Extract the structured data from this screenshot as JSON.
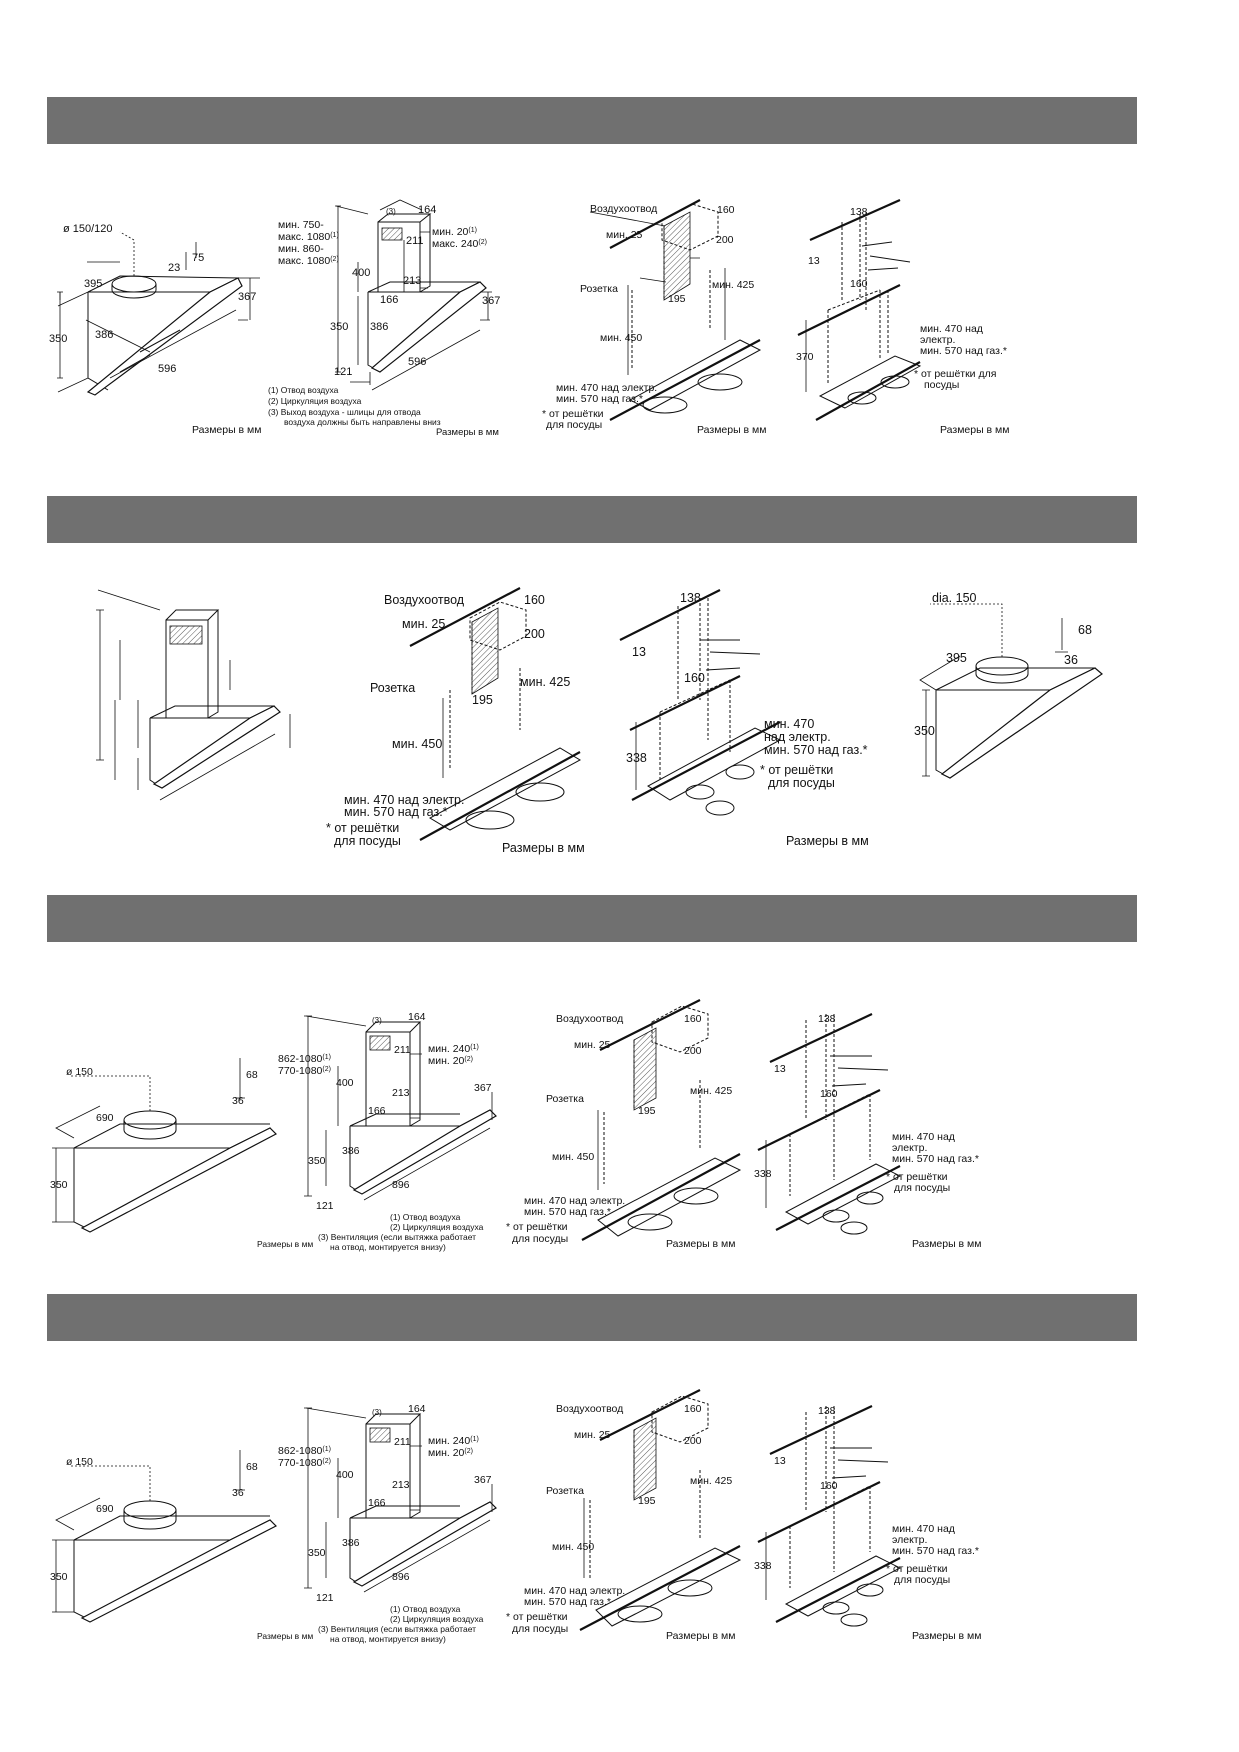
{
  "sections": [
    {
      "hood": {
        "duct": "ø 150/120",
        "d1": "395",
        "d2": "23",
        "d3": "75",
        "d4": "367",
        "d5": "350",
        "d6": "386",
        "d7": "596"
      },
      "chimney": {
        "h1": "мин. 750-",
        "h2": "макс. 1080",
        "h2s": "(1)",
        "h3": "мин. 860-",
        "h4": "макс. 1080",
        "h4s": "(2)",
        "c3": "(3)",
        "w": "164",
        "a": "211",
        "b": "213",
        "c": "166",
        "e": "400",
        "f": "350",
        "g": "386",
        "k": "121",
        "l": "596",
        "m": "367",
        "r1": "мин. 20",
        "r1s": "(1)",
        "r2": "макс. 240",
        "r2s": "(2)",
        "notes": [
          "(1)  Отвод воздуха",
          "(2)  Циркуляция воздуха",
          "(3)  Выход воздуха - шлицы для отвода",
          "воздуха должны быть направлены вниз"
        ],
        "size": "Размеры в мм"
      },
      "wall": {
        "air": "Воздухоотвод",
        "w": "160",
        "m25": "мин. 25",
        "d200": "200",
        "socket": "Розетка",
        "m425": "мин. 425",
        "d195": "195",
        "m450": "мин. 450",
        "m470": "мин. 470 над электр.",
        "m570": "мин. 570 над газ.*",
        "note1": "* от решётки",
        "note2": "для посуды",
        "size": "Размеры в мм"
      },
      "bracket": {
        "a": "138",
        "b": "13",
        "c": "160",
        "d": "370",
        "t1": "мин. 470 над",
        "t2": "электр.",
        "t3": "мин. 570 над газ.*",
        "n1": "* от решётки для",
        "n2": "посуды",
        "size": "Размеры в мм"
      }
    },
    {
      "wall": {
        "air": "Воздухоотвод",
        "w": "160",
        "m25": "мин. 25",
        "d200": "200",
        "socket": "Розетка",
        "m425": "мин. 425",
        "d195": "195",
        "m450": "мин. 450",
        "m470": "мин. 470 над электр.",
        "m570": "мин. 570 над газ.*",
        "note1": "* от решётки",
        "note2": "для посуды",
        "size": "Размеры в мм"
      },
      "bracket": {
        "a": "138",
        "b": "13",
        "c": "160",
        "d": "338",
        "t1": "мин. 470",
        "t2": "над электр.",
        "t3": "мин. 570 над газ.*",
        "n1": "* от решётки",
        "n2": "для посуды",
        "size": "Размеры в мм"
      },
      "hood": {
        "duct": "dia. 150",
        "d1": "395",
        "d2": "68",
        "d3": "36",
        "d5": "350"
      }
    },
    {
      "hood": {
        "duct": "ø 150",
        "d1": "690",
        "d2": "68",
        "d3": "36",
        "d5": "350"
      },
      "chimney": {
        "h1": "862-1080",
        "h1s": "(1)",
        "h2": "770-1080",
        "h2s": "(2)",
        "c3": "(3)",
        "w": "164",
        "a": "211",
        "b": "213",
        "c": "166",
        "e": "400",
        "f": "350",
        "g": "386",
        "k": "121",
        "l": "896",
        "m": "367",
        "r1": "мин. 240",
        "r1s": "(1)",
        "r2": "мин. 20",
        "r2s": "(2)",
        "notes": [
          "(1) Отвод воздуха",
          "(2) Циркуляция воздуха",
          "(3) Вентиляция (если вытяжка работает",
          "на отвод, монтируется внизу)"
        ],
        "size": "Размеры в мм"
      },
      "wall": {
        "air": "Воздухоотвод",
        "w": "160",
        "m25": "мин. 25",
        "d200": "200",
        "socket": "Розетка",
        "m425": "мин. 425",
        "d195": "195",
        "m450": "мин. 450",
        "m470": "мин. 470 над электр.",
        "m570": "мин. 570 над газ.*",
        "note1": "* от решётки",
        "note2": "для посуды",
        "size": "Размеры в мм"
      },
      "bracket": {
        "a": "138",
        "b": "13",
        "c": "160",
        "d": "338",
        "t1": "мин. 470 над",
        "t2": "электр.",
        "t3": "мин. 570 над газ.*",
        "n1": "* от решётки",
        "n2": "для посуды",
        "size": "Размеры в мм"
      }
    },
    {
      "hood": {
        "duct": "ø 150",
        "d1": "690",
        "d2": "68",
        "d3": "36",
        "d5": "350"
      },
      "chimney": {
        "h1": "862-1080",
        "h1s": "(1)",
        "h2": "770-1080",
        "h2s": "(2)",
        "c3": "(3)",
        "w": "164",
        "a": "211",
        "b": "213",
        "c": "166",
        "e": "400",
        "f": "350",
        "g": "386",
        "k": "121",
        "l": "896",
        "m": "367",
        "r1": "мин. 240",
        "r1s": "(1)",
        "r2": "мин. 20",
        "r2s": "(2)",
        "notes": [
          "(1) Отвод воздуха",
          "(2) Циркуляция воздуха",
          "(3) Вентиляция (если вытяжка работает",
          "на отвод, монтируется внизу)"
        ],
        "size": "Размеры в мм"
      },
      "wall": {
        "air": "Воздухоотвод",
        "w": "160",
        "m25": "мин. 25",
        "d200": "200",
        "socket": "Розетка",
        "m425": "мин. 425",
        "d195": "195",
        "m450": "мин. 450",
        "m470": "мин. 470 над электр.",
        "m570": "мин. 570 над газ.*",
        "note1": "* от решётки",
        "note2": "для посуды",
        "size": "Размеры в мм"
      },
      "bracket": {
        "a": "138",
        "b": "13",
        "c": "160",
        "d": "338",
        "t1": "мин. 470 над",
        "t2": "электр.",
        "t3": "мин. 570 над газ.*",
        "n1": "* от решётки",
        "n2": "для посуды",
        "size": "Размеры в мм"
      }
    }
  ]
}
